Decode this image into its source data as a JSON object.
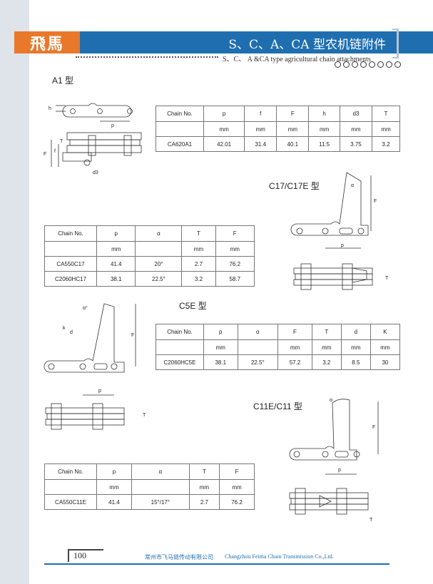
{
  "header": {
    "logo_text": "飛馬",
    "title_cn": "S、C、A、CA 型农机链附件",
    "title_en": "S、C、 A &CA type agricultural chain attachments"
  },
  "sections": {
    "a1": "A1 型",
    "c17": "C17/C17E 型",
    "c5e": "C5E 型",
    "c11": "C11E/C11 型"
  },
  "tables": {
    "a1": {
      "headers": [
        "Chain No.",
        "p",
        "f",
        "F",
        "h",
        "d3",
        "T"
      ],
      "units": [
        "",
        "mm",
        "mm",
        "mm",
        "mm",
        "mm",
        "mm"
      ],
      "rows": [
        [
          "CA620A1",
          "42.01",
          "31.4",
          "40.1",
          "11.5",
          "3.75",
          "3.2"
        ]
      ]
    },
    "c17": {
      "headers": [
        "Chain No.",
        "p",
        "α",
        "T",
        "F"
      ],
      "units": [
        "",
        "mm",
        "",
        "mm",
        "mm"
      ],
      "rows": [
        [
          "CA550C17",
          "41.4",
          "20°",
          "2.7",
          "76.2"
        ],
        [
          "C2060HC17",
          "38.1",
          "22.5°",
          "3.2",
          "58.7"
        ]
      ]
    },
    "c5e": {
      "headers": [
        "Chain No.",
        "p",
        "α",
        "F",
        "T",
        "d",
        "K"
      ],
      "units": [
        "",
        "mm",
        "",
        "mm",
        "mm",
        "mm",
        "mm"
      ],
      "rows": [
        [
          "C2060HC5E",
          "38.1",
          "22.5°",
          "57.2",
          "3.2",
          "8.5",
          "30"
        ]
      ]
    },
    "c11": {
      "headers": [
        "Chain No.",
        "p",
        "α",
        "T",
        "F"
      ],
      "units": [
        "",
        "mm",
        "",
        "mm",
        "mm"
      ],
      "rows": [
        [
          "CA550C11E",
          "41.4",
          "15°/17°",
          "2.7",
          "76.2"
        ]
      ]
    }
  },
  "diagram_labels": {
    "h": "h",
    "p": "p",
    "T": "T",
    "F": "F",
    "f": "f",
    "d3": "d3",
    "alpha": "α",
    "alpha_deg": "α°",
    "k": "k",
    "d": "d"
  },
  "footer": {
    "page": "100",
    "company_cn": "常州市飞马链传动有限公司",
    "company_en": "Changzhou Feima Chain Transmission Co.,Ltd."
  }
}
